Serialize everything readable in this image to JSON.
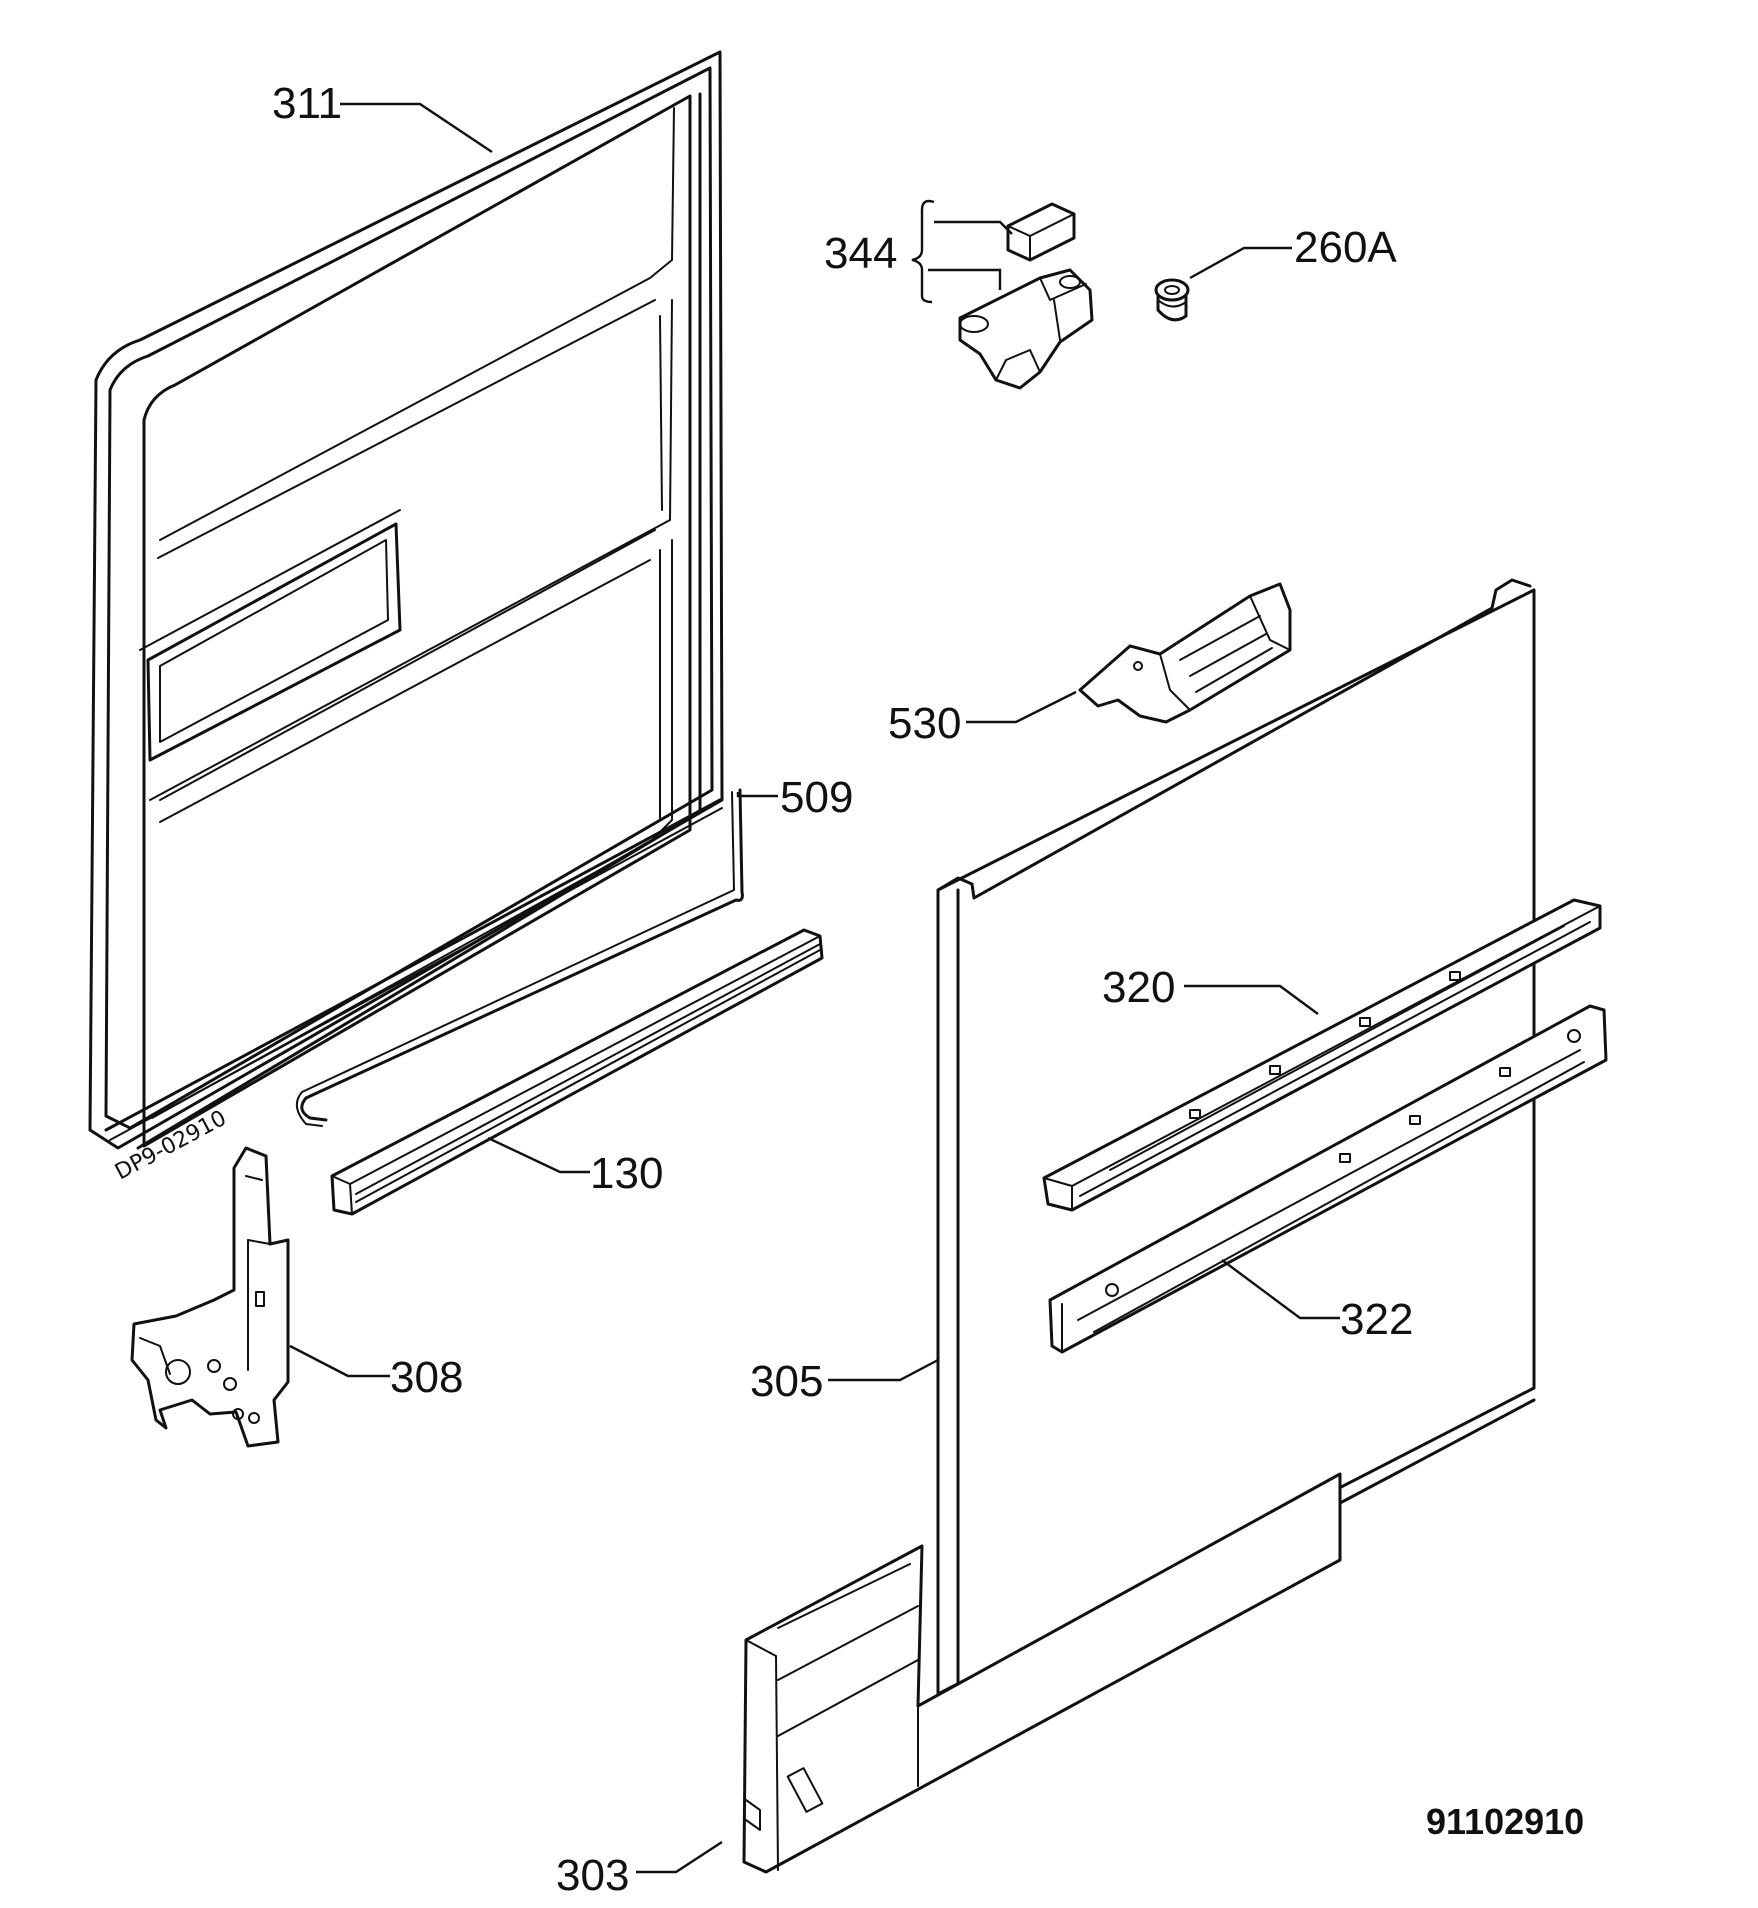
{
  "labels": {
    "p311": "311",
    "p344": "344",
    "p260a": "260A",
    "p530": "530",
    "p509": "509",
    "p320": "320",
    "p130": "130",
    "p322": "322",
    "p308": "308",
    "p305": "305",
    "p303": "303"
  },
  "stamp_text": "DP9-02910",
  "drawing_code": "91102910"
}
